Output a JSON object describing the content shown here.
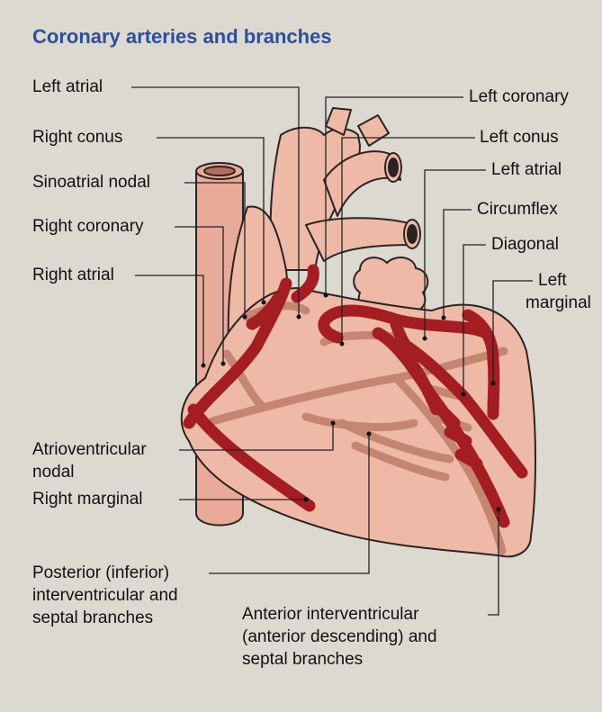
{
  "title": "Coronary arteries and branches",
  "colors": {
    "background": "#dcd9d1",
    "title": "#2f4e9c",
    "heart_fill": "#efb9a8",
    "outline": "#2b2322",
    "artery": "#a31d22",
    "artery_faded": "#c48571"
  },
  "labels": {
    "left_atrial_top": "Left atrial",
    "right_conus": "Right conus",
    "sinoatrial_nodal": "Sinoatrial nodal",
    "right_coronary": "Right coronary",
    "right_atrial": "Right atrial",
    "left_coronary": "Left coronary",
    "left_conus": "Left conus",
    "left_atrial_right": "Left atrial",
    "circumflex": "Circumflex",
    "diagonal": "Diagonal",
    "left_marginal_1": "Left",
    "left_marginal_2": "marginal",
    "av_nodal_1": "Atrioventricular",
    "av_nodal_2": "nodal",
    "right_marginal": "Right marginal",
    "posterior_1": "Posterior (inferior)",
    "posterior_2": "interventricular and",
    "posterior_3": "septal branches",
    "anterior_1": "Anterior interventricular",
    "anterior_2": "(anterior descending) and",
    "anterior_3": "septal branches"
  }
}
